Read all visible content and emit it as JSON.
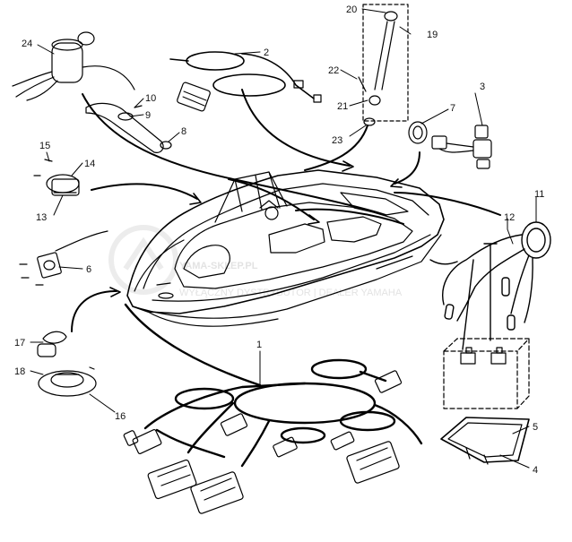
{
  "callouts": [
    "1",
    "2",
    "3",
    "4",
    "5",
    "6",
    "7",
    "8",
    "9",
    "10",
    "11",
    "12",
    "13",
    "14",
    "15",
    "16",
    "17",
    "18",
    "19",
    "20",
    "21",
    "22",
    "23",
    "24"
  ],
  "watermark": {
    "brand": "YAMA-SKLEP.PL",
    "tagline": "WYŁĄCZNY DYSTRYBUTOR | DEALER YAMAHA"
  }
}
